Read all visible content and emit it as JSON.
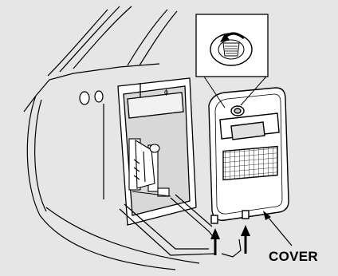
{
  "diagram": {
    "labels": {
      "cover": "COVER"
    },
    "colors": {
      "background": "#e6e6e6",
      "line": "#000000",
      "fill": "#ffffff",
      "shade": "#c8c8c8"
    },
    "icons": [
      "jack-illustration",
      "cover-panel",
      "rotation-arrow-icon",
      "push-arrow-icon"
    ]
  }
}
